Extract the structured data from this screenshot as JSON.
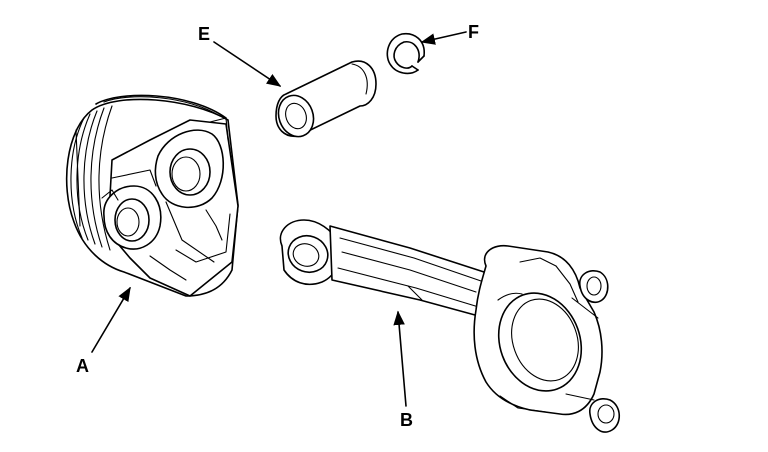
{
  "labels": {
    "piston": "A",
    "connecting_rod": "B",
    "piston_pin": "E",
    "snap_ring": "F"
  },
  "colors": {
    "line": "#000000",
    "background": "#ffffff"
  }
}
